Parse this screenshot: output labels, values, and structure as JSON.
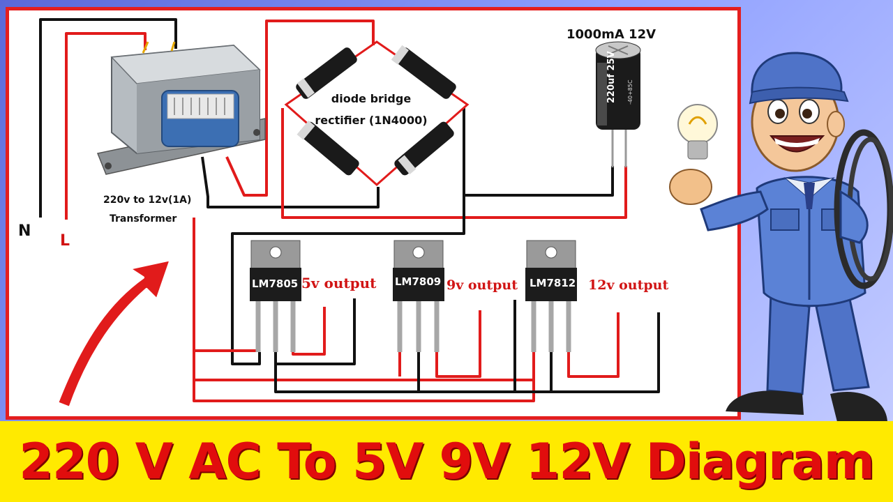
{
  "title": "220 V AC To 5V 9V 12V Diagram",
  "labels": {
    "neutral": "N",
    "line": "L",
    "transformer": "220v to 12v(1A)",
    "transformer_sub": "Transformer",
    "bridge_line1": "diode bridge",
    "bridge_line2": "rectifier (1N4000)",
    "capacitor": "1000mA 12V",
    "cap_marking": "220uf 25V",
    "cap_marking2": "-40+85C"
  },
  "regulators": [
    {
      "name": "LM7805",
      "output": "5v output"
    },
    {
      "name": "LM7809",
      "output": "9v output"
    },
    {
      "name": "LM7812",
      "output": "12v output"
    }
  ],
  "colors": {
    "wire_red": "#e11b1b",
    "wire_black": "#111111",
    "frame": "#e41e1e",
    "banner": "#ffea00",
    "banner_text": "#e10d0d"
  }
}
